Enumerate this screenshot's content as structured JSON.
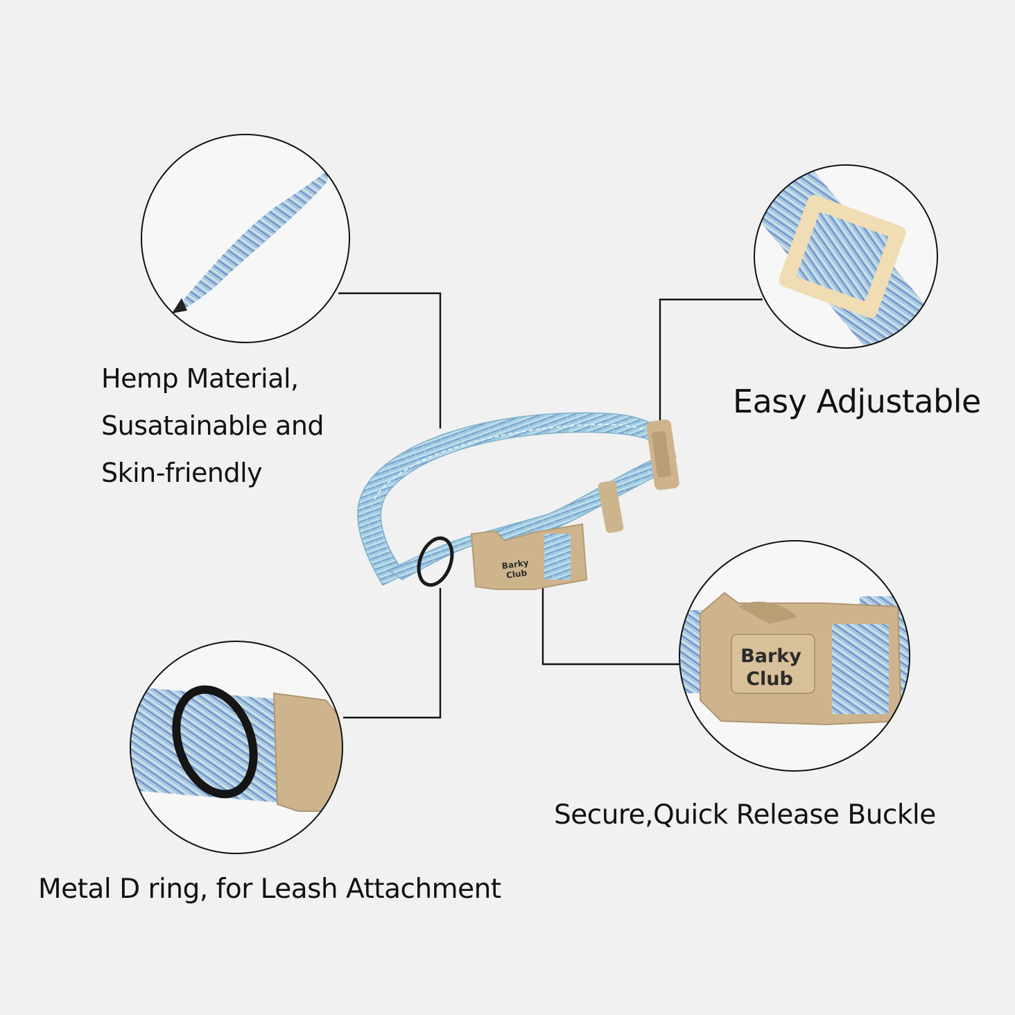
{
  "callouts": {
    "material": {
      "lines": [
        "Hemp Material,",
        "Susatainable and",
        "Skin-friendly"
      ],
      "icon": "fabric-strap-closeup"
    },
    "adjustable": {
      "label": "Easy Adjustable",
      "icon": "slider-buckle-closeup"
    },
    "buckle": {
      "label": "Secure,Quick Release Buckle",
      "icon": "quick-release-buckle-closeup"
    },
    "dring": {
      "label": "Metal D ring, for Leash Attachment",
      "icon": "d-ring-closeup"
    }
  },
  "product": {
    "brand_lines": [
      "Barky",
      "Club"
    ],
    "strap_color": "#8fc3dc",
    "hardware_color": "#cdb48d",
    "ring_color": "#1a1a1a"
  }
}
